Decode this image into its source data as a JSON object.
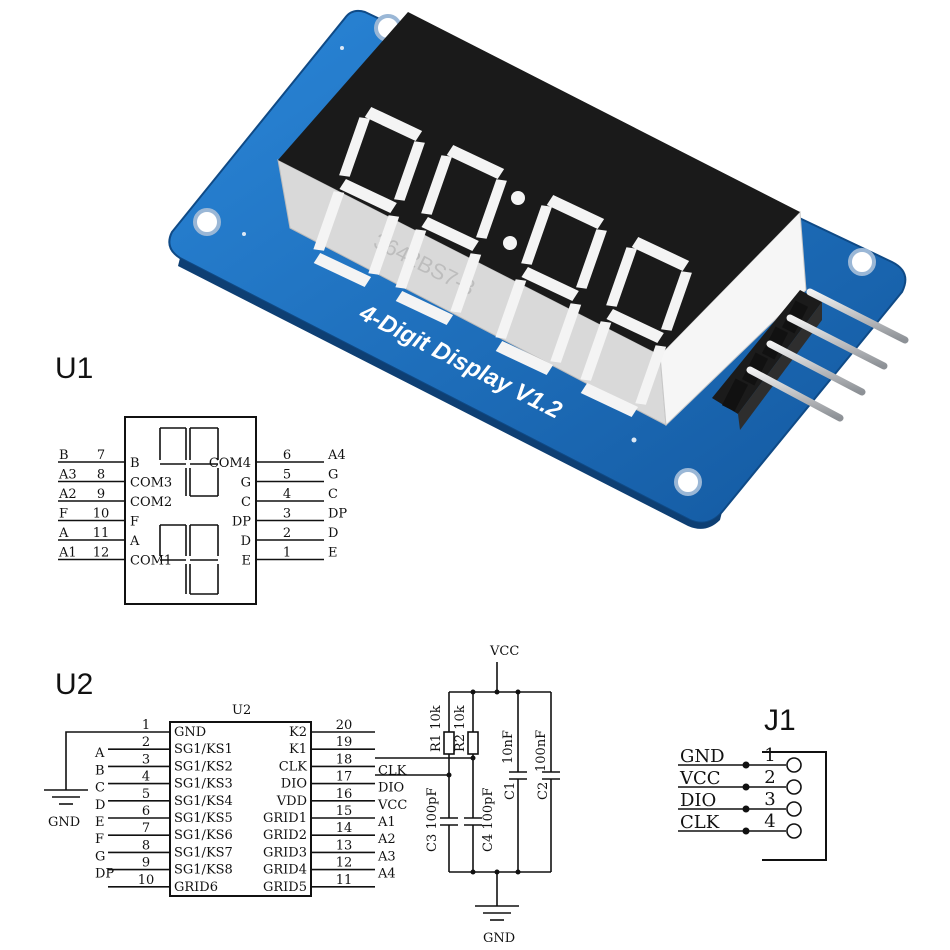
{
  "colors": {
    "pcb": "#1d6fc0",
    "pcb_dark": "#134f8e",
    "display_body": "#ececec",
    "display_face": "#1a1a1a",
    "segment": "#f3f3f3",
    "header": "#1b1b1b",
    "pin_metal": "#bfc2c6"
  },
  "module": {
    "board_label": "4-Digit Display V1.2",
    "part_number": "3642BS7-3",
    "icon": "tm1637-module-photo"
  },
  "u1": {
    "title": "U1",
    "left_pins": [
      {
        "net": "B",
        "num": "7",
        "name": "B"
      },
      {
        "net": "A3",
        "num": "8",
        "name": "COM3"
      },
      {
        "net": "A2",
        "num": "9",
        "name": "COM2"
      },
      {
        "net": "F",
        "num": "10",
        "name": "F"
      },
      {
        "net": "A",
        "num": "11",
        "name": "A"
      },
      {
        "net": "A1",
        "num": "12",
        "name": "COM1"
      }
    ],
    "right_pins": [
      {
        "net": "A4",
        "num": "6",
        "name": "COM4"
      },
      {
        "net": "G",
        "num": "5",
        "name": "G"
      },
      {
        "net": "C",
        "num": "4",
        "name": "C"
      },
      {
        "net": "DP",
        "num": "3",
        "name": "DP"
      },
      {
        "net": "D",
        "num": "2",
        "name": "D"
      },
      {
        "net": "E",
        "num": "1",
        "name": "E"
      }
    ]
  },
  "u2": {
    "title": "U2",
    "chip_label": "U2",
    "left_pins": [
      {
        "net": "",
        "num": "1",
        "name": "GND"
      },
      {
        "net": "A",
        "num": "2",
        "name": "SG1/KS1"
      },
      {
        "net": "B",
        "num": "3",
        "name": "SG1/KS2"
      },
      {
        "net": "C",
        "num": "4",
        "name": "SG1/KS3"
      },
      {
        "net": "D",
        "num": "5",
        "name": "SG1/KS4"
      },
      {
        "net": "E",
        "num": "6",
        "name": "SG1/KS5"
      },
      {
        "net": "F",
        "num": "7",
        "name": "SG1/KS6"
      },
      {
        "net": "G",
        "num": "8",
        "name": "SG1/KS7"
      },
      {
        "net": "DP",
        "num": "9",
        "name": "SG1/KS8"
      },
      {
        "net": "",
        "num": "10",
        "name": "GRID6"
      }
    ],
    "right_pins": [
      {
        "net": "",
        "num": "20",
        "name": "K2"
      },
      {
        "net": "",
        "num": "19",
        "name": "K1"
      },
      {
        "net": "CLK",
        "num": "18",
        "name": "CLK"
      },
      {
        "net": "DIO",
        "num": "17",
        "name": "DIO"
      },
      {
        "net": "VCC",
        "num": "16",
        "name": "VDD"
      },
      {
        "net": "A1",
        "num": "15",
        "name": "GRID1"
      },
      {
        "net": "A2",
        "num": "14",
        "name": "GRID2"
      },
      {
        "net": "A3",
        "num": "13",
        "name": "GRID3"
      },
      {
        "net": "A4",
        "num": "12",
        "name": "GRID4"
      },
      {
        "net": "",
        "num": "11",
        "name": "GRID5"
      }
    ],
    "gnd_label": "GND",
    "vcc_label": "VCC",
    "gnd2_label": "GND",
    "components": {
      "r1": "R1 10k",
      "r2": "R2 10k",
      "c1": "C1",
      "c1_val": "10nF",
      "c2": "C2",
      "c2_val": "100nF",
      "c3": "C3 100pF",
      "c4": "C4 100pF"
    }
  },
  "j1": {
    "title": "J1",
    "pins": [
      {
        "name": "GND",
        "num": "1"
      },
      {
        "name": "VCC",
        "num": "2"
      },
      {
        "name": "DIO",
        "num": "3"
      },
      {
        "name": "CLK",
        "num": "4"
      }
    ]
  }
}
